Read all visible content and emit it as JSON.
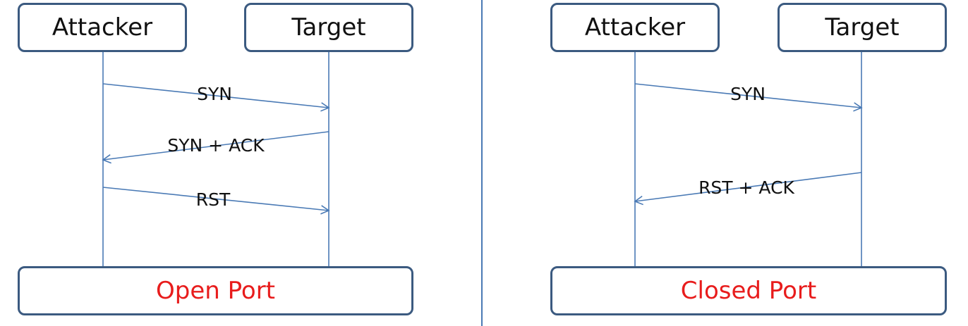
{
  "colors": {
    "box_border": "#3b5a80",
    "lifeline": "#4a7ab5",
    "divider": "#4a7ab5",
    "result_text": "#e81c1c"
  },
  "left": {
    "attacker_label": "Attacker",
    "target_label": "Target",
    "messages": [
      "SYN",
      "SYN + ACK",
      "RST"
    ],
    "result_label": "Open Port"
  },
  "right": {
    "attacker_label": "Attacker",
    "target_label": "Target",
    "messages": [
      "SYN",
      "RST + ACK"
    ],
    "result_label": "Closed Port"
  }
}
